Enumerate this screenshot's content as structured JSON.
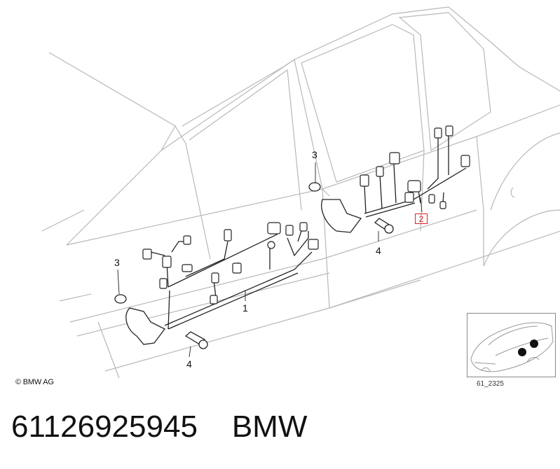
{
  "callouts": {
    "harness_front": "1",
    "harness_rear": "2",
    "grommet_front": "3",
    "grommet_rear": "3",
    "bolt_front": "4",
    "bolt_rear": "4"
  },
  "copyright": "© BMW AG",
  "diagram_code": "61_2325",
  "caption": {
    "part_number": "61126925945",
    "brand": "BMW"
  },
  "colors": {
    "line_art": "#b0b0b0",
    "parts": "#222222",
    "highlight": "#dd2222"
  }
}
